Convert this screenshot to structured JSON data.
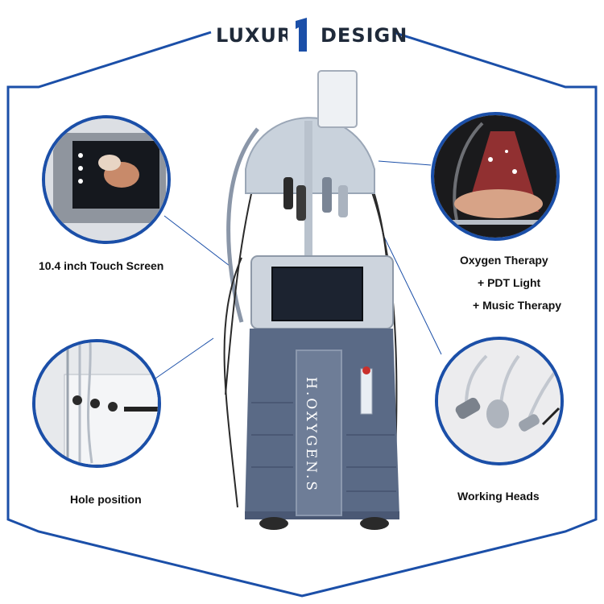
{
  "brand": {
    "left_word": "LUXURY",
    "mark": "1",
    "right_word": "DESIGN"
  },
  "features": {
    "screen_label": "10.4 inch Touch Screen",
    "oxygen_line1": "Oxygen Therapy",
    "oxygen_line2": "+ PDT Light",
    "oxygen_line3": "+ Music Therapy",
    "hole_label": "Hole position",
    "heads_label": "Working Heads"
  },
  "machine": {
    "panel_text": "H.OXYGEN.S"
  },
  "colors": {
    "accent": "#1b4fa8",
    "machine_body": "#5a6a86",
    "text": "#111111"
  }
}
